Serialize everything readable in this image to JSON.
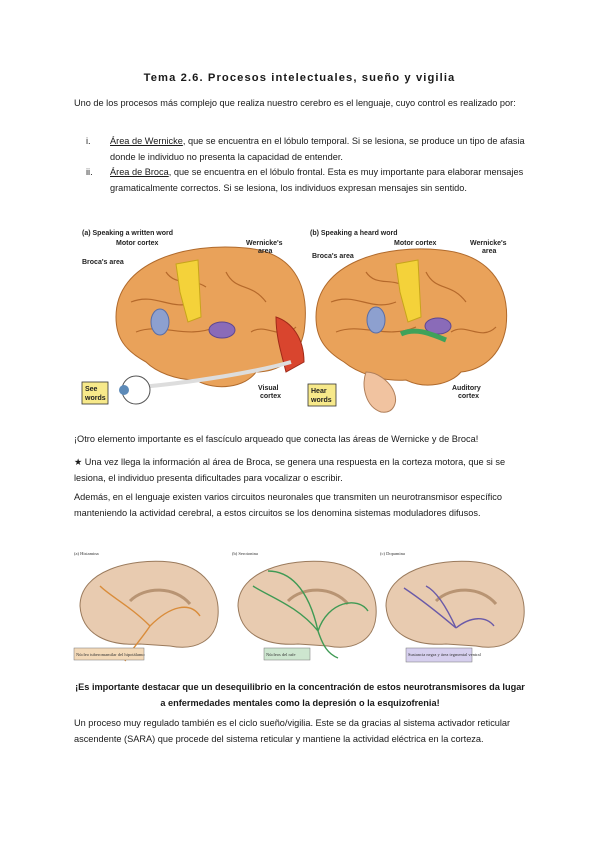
{
  "title": "Tema 2.6. Procesos intelectuales, sueño y vigilia",
  "intro": "Uno de los procesos más complejo que realiza nuestro cerebro es el lenguaje, cuyo control es realizado por:",
  "list": [
    {
      "num": "i.",
      "link": "Área de Wernicke",
      "rest": ", que se encuentra en el lóbulo temporal. Si se lesiona, se produce un tipo de afasia donde le individuo no presenta la capacidad de entender."
    },
    {
      "num": "ii.",
      "link": "Área de Broca",
      "rest": ", que se encuentra en el lóbulo frontal. Esta es muy importante para elaborar mensajes gramaticalmente correctos. Si se lesiona, los individuos expresan mensajes sin sentido."
    }
  ],
  "figure1": {
    "panel_a": {
      "title": "(a) Speaking a written word",
      "motor": "Motor cortex",
      "broca": "Broca's area",
      "wernicke": "Wernicke's area",
      "input": "See words",
      "visual": "Visual cortex"
    },
    "panel_b": {
      "title": "(b) Speaking a heard word",
      "motor": "Motor cortex",
      "broca": "Broca's area",
      "wernicke": "Wernicke's area",
      "input": "Hear words",
      "auditory": "Auditory cortex"
    }
  },
  "para1": "¡Otro elemento importante es el fascículo arqueado que conecta las áreas de Wernicke y de Broca!",
  "para2": "★ Una vez llega la información al área de Broca, se genera una respuesta en la corteza motora, que si se lesiona, el individuo presenta dificultades para vocalizar o escribir.",
  "para3": "Además, en el lenguaje existen varios circuitos neuronales que transmiten un neurotransmisor específico manteniendo la actividad cerebral, a estos circuitos se los denomina sistemas moduladores difusos.",
  "figure2": {
    "panels": [
      {
        "title": "(a) Histamina",
        "box": "Núcleo tuberomamilar del hipotálamo",
        "color": "#d98c3a"
      },
      {
        "title": "(b) Serotonina",
        "box": "Núcleos del rafe",
        "color": "#3f9a54"
      },
      {
        "title": "(c) Dopamina",
        "box": "Sustancia negra y área tegmental ventral",
        "color": "#6a5aa8"
      }
    ]
  },
  "bold_note": "¡Es importante destacar que un desequilibrio en la concentración de estos neurotransmisores da lugar a enfermedades mentales como la depresión o la esquizofrenia!",
  "para4": "Un proceso muy regulado también es el ciclo sueño/vigilia. Este se da gracias al sistema activador reticular ascendente (SARA) que procede del sistema reticular y mantiene la actividad eléctrica en la corteza."
}
